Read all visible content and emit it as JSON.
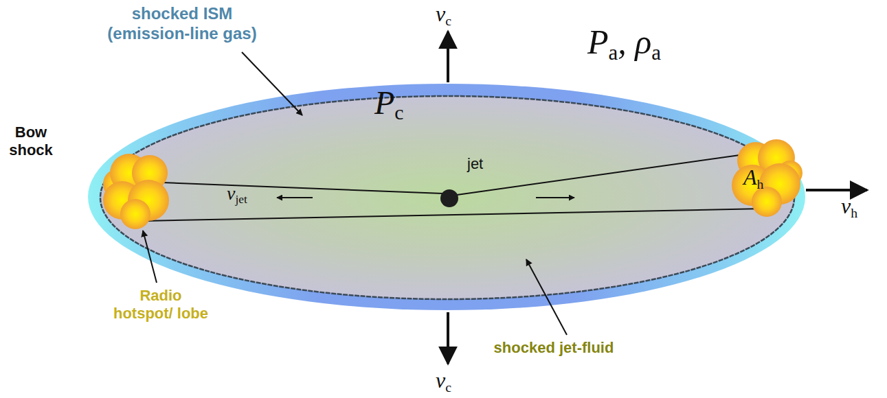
{
  "diagram": {
    "nodes": [
      {
        "text": [
          "P",
          "c"
        ]
      },
      {
        "text": [
          "A",
          "h"
        ],
        "in": 0
      }
    ],
    "labels": [
      "shocked ISM (emission-line gas)",
      "v",
      "c",
      "P",
      "a",
      ", ρ",
      "a",
      "jet",
      "v",
      "jet",
      "v",
      "h",
      "Bow shock",
      "Radio hotspot/ lobe",
      "shocked jet-fluid",
      "v",
      "c"
    ]
  }
}
